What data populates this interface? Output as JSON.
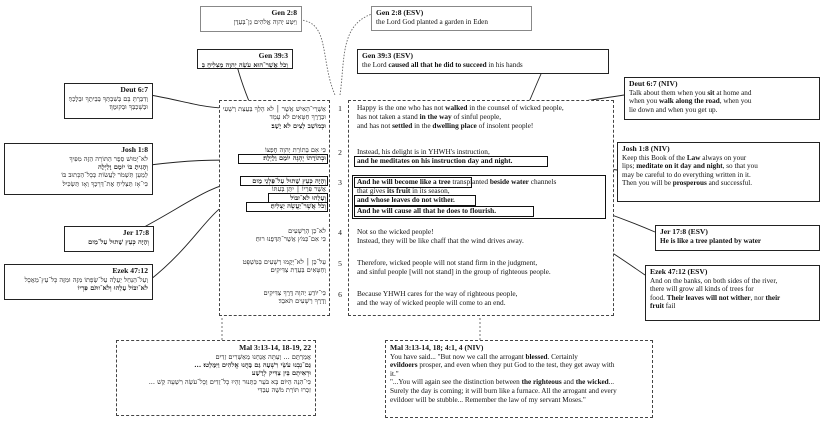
{
  "gen28_heb": {
    "ref": "Gen 2:8",
    "text": "וַיִּטַּע יְהוָה אֱלֹהִים גַּן־בְּעֵדֶן"
  },
  "gen28_eng": {
    "ref": "Gen 2:8 (ESV)",
    "text": "the Lord God planted a garden in Eden"
  },
  "gen393_heb": {
    "ref": "Gen 39:3",
    "text": "וְכֹל אֲשֶׁר־הוּא עֹשֶׂה יְהוָה מַצְלִיחַ בְּיָדוֹ"
  },
  "gen393_eng": {
    "ref": "Gen 39:3 (ESV)",
    "pre": "the Lord ",
    "bold": "caused all that he did to succeed",
    "post": " in his hands"
  },
  "deut67_heb": {
    "ref": "Deut 6:7",
    "l1": "וְדִבַּרְתָּ בָּם בְּשִׁבְתְּךָ בְּבֵיתֶךָ וּבְלֶכְתְּךָ בַדֶּרֶךְ",
    "l2": "וּבְשָׁכְבְּךָ וּבְקוּמֶךָ׃"
  },
  "deut67_eng": {
    "ref": "Deut 6:7 (NIV)",
    "l1a": "Talk about them when you ",
    "l1b": "sit",
    "l1c": " at home and",
    "l2a": "when you ",
    "l2b": "walk along the road",
    "l2c": ", when you",
    "l3": "lie down and when you get up."
  },
  "josh18_heb": {
    "ref": "Josh 1:8",
    "l1": "לֹא־יָמוּשׁ סֵפֶר הַתּוֹרָה הַזֶּה מִפִּיךָ",
    "l2": "וְהָגִיתָ בּוֹ יוֹמָם וָלַיְלָה",
    "l3": "לְמַעַן תִּשְׁמֹר לַעֲשׂוֹת כְּכָל־הַכָּתוּב בּוֹ",
    "l4": "כִּי־אָז תַּצְלִיחַ אֶת־דְּרָכֶךָ וְאָז תַּשְׂכִּיל׃"
  },
  "josh18_eng": {
    "ref": "Josh 1:8 (NIV)",
    "l1a": "Keep this Book of the ",
    "l1b": "Law",
    "l1c": " always on your",
    "l2a": "lips; ",
    "l2b": "meditate on it day and night",
    "l2c": ", so that you",
    "l3": "may be careful to do everything written in it.",
    "l4a": "Then you will be ",
    "l4b": "prosperous",
    "l4c": " and successful."
  },
  "jer178_heb": {
    "ref": "Jer 17:8",
    "text": "וְהָיָה כְּעֵץ שָׁתוּל עַל־מַיִם"
  },
  "jer178_eng": {
    "ref": "Jer 17:8 (ESV)",
    "text": "He is like a tree planted by water"
  },
  "ezek4712_heb": {
    "ref": "Ezek 47:12",
    "l1": "וְעַל־הַנַּחַל יַעֲלֶה עַל־שְׂפָתוֹ מִזֶּה וּמִזֶּה כָּל־עֵץ־מַאֲכָל",
    "l2": "לֹא־יִבּוֹל עָלֵהוּ וְלֹא־יִתֹּם פִּרְיוֹ"
  },
  "ezek4712_eng": {
    "ref": "Ezek 47:12 (ESV)",
    "l1": "And on the banks, on both sides of the river,",
    "l2": "there will grow all kinds of trees for",
    "l3a": "food. ",
    "l3b": "Their leaves will not wither",
    "l3c": ", nor ",
    "l3d": "their",
    "l4b": "fruit",
    "l4c": " fail"
  },
  "mal_heb": {
    "ref": "Mal 3:13-14, 18-19, 22",
    "l1": "אֲמַרְתֶּם ... וְעַתָּה אֲנַחְנוּ מְאַשְּׁרִים זֵדִים",
    "l2": "גַּם־נִבְנוּ עֹשֵׂי רִשְׁעָה גַּם בָּחֲנוּ אֱלֹהִים וַיִּמָּלֵטוּ׃ ...",
    "l3": "וּרְאִיתֶם בֵּין צַדִּיק לְרָשָׁע",
    "l4": "כִּי־הִנֵּה הַיּוֹם בָּא בֹּעֵר כַּתַּנּוּר וְהָיוּ כָל־זֵדִים וְכָל־עֹשֵׂה רִשְׁעָה קַשׁ ...",
    "l5": "זִכְרוּ תּוֹרַת מֹשֶׁה עַבְדִּי"
  },
  "mal_eng": {
    "ref": "Mal 3:13-14, 18; 4:1, 4 (NIV)",
    "l1a": "You have said... \"But now we call the arrogant ",
    "l1b": "blessed",
    "l1c": ". Certainly",
    "l2a": "evildoers",
    "l2b": " prosper, and even when they put God to the test, they get away with",
    "l3": "it.\"",
    "l4a": "\"...You will again see the distinction between ",
    "l4b": "the righteous",
    "l4c": " and ",
    "l4d": "the wicked",
    "l4e": "...",
    "l5": "Surely the day is coming; it will burn like a furnace. All the arrogant and every",
    "l6": "evildoer will be stubble... Remember the law of my servant Moses.\""
  },
  "psalm_heb": {
    "s1": [
      "אַשְׁרֵי־הָאִישׁ אֲשֶׁר ׀ לֹא הָלַךְ בַּעֲצַת רְשָׁעִים",
      "וּבְדֶרֶךְ חַטָּאִים לֹא עָמָד",
      "וּבְמוֹשַׁב לֵצִים לֹא יָשָׁב׃"
    ],
    "s2": [
      "כִּי אִם בְּתוֹרַת יְהוָה חֶפְצוֹ",
      "וּבְתוֹרָתוֹ יֶהְגֶּה יוֹמָם וָלָיְלָה׃"
    ],
    "s3": [
      "וְהָיָה כְּעֵץ שָׁתוּל עַל־פַּלְגֵי מָיִם",
      "אֲשֶׁר פִּרְיוֹ ׀ יִתֵּן בְּעִתּוֹ",
      "וְעָלֵהוּ לֹא־יִבּוֹל",
      "וְכֹל אֲשֶׁר־יַעֲשֶׂה יַצְלִיחַ׃"
    ],
    "s4": [
      "לֹא־כֵן הָרְשָׁעִים",
      "כִּי אִם־כַּמֹּץ אֲשֶׁר־תִּדְּפֶנּוּ רוּחַ׃"
    ],
    "s5": [
      "עַל־כֵּן ׀ לֹא־יָקֻמוּ רְשָׁעִים בַּמִּשְׁפָּט",
      "וְחַטָּאִים בַּעֲדַת צַדִּיקִים׃"
    ],
    "s6": [
      "כִּי־יוֹדֵעַ יְהוָה דֶּרֶךְ צַדִּיקִים",
      "וְדֶרֶךְ רְשָׁעִים תֹּאבֵד׃"
    ]
  },
  "verse_numbers": [
    "1",
    "2",
    "3",
    "4",
    "5",
    "6"
  ],
  "psalm_eng": {
    "v1a": {
      "a": "Happy is the one who has not ",
      "b": "walked",
      "c": " in the counsel of wicked people,"
    },
    "v1b": {
      "a": "has not taken a stand ",
      "b": "in the way",
      "c": " of sinful people,"
    },
    "v1c": {
      "a": "and has not ",
      "b": "settled",
      "c": " in the ",
      "d": "dwelling place",
      "e": " of insolent people!"
    },
    "v2a": "Instead, his delight is in YHWH's instruction,",
    "v2b": "and he meditates on his instruction day and night.",
    "v3a": {
      "b": "And he will become like a tree",
      "c": " transplanted ",
      "d": "beside water",
      "e": " channels"
    },
    "v3b": {
      "a": "that gives ",
      "b": "its fruit",
      "c": " in its season,"
    },
    "v3c": "and whose leaves do not wither.",
    "v3d": "And he will cause all that he does to flourish.",
    "v4a": "Not so the wicked people!",
    "v4b": "Instead, they will be like chaff that the wind drives away.",
    "v5a": "Therefore, wicked people will not stand firm in the judgment,",
    "v5b": "and sinful people [will not stand] in the group of righteous people.",
    "v6a": "Because YHWH cares for the way of righteous people,",
    "v6b": "and the way of wicked people will come to an end."
  }
}
